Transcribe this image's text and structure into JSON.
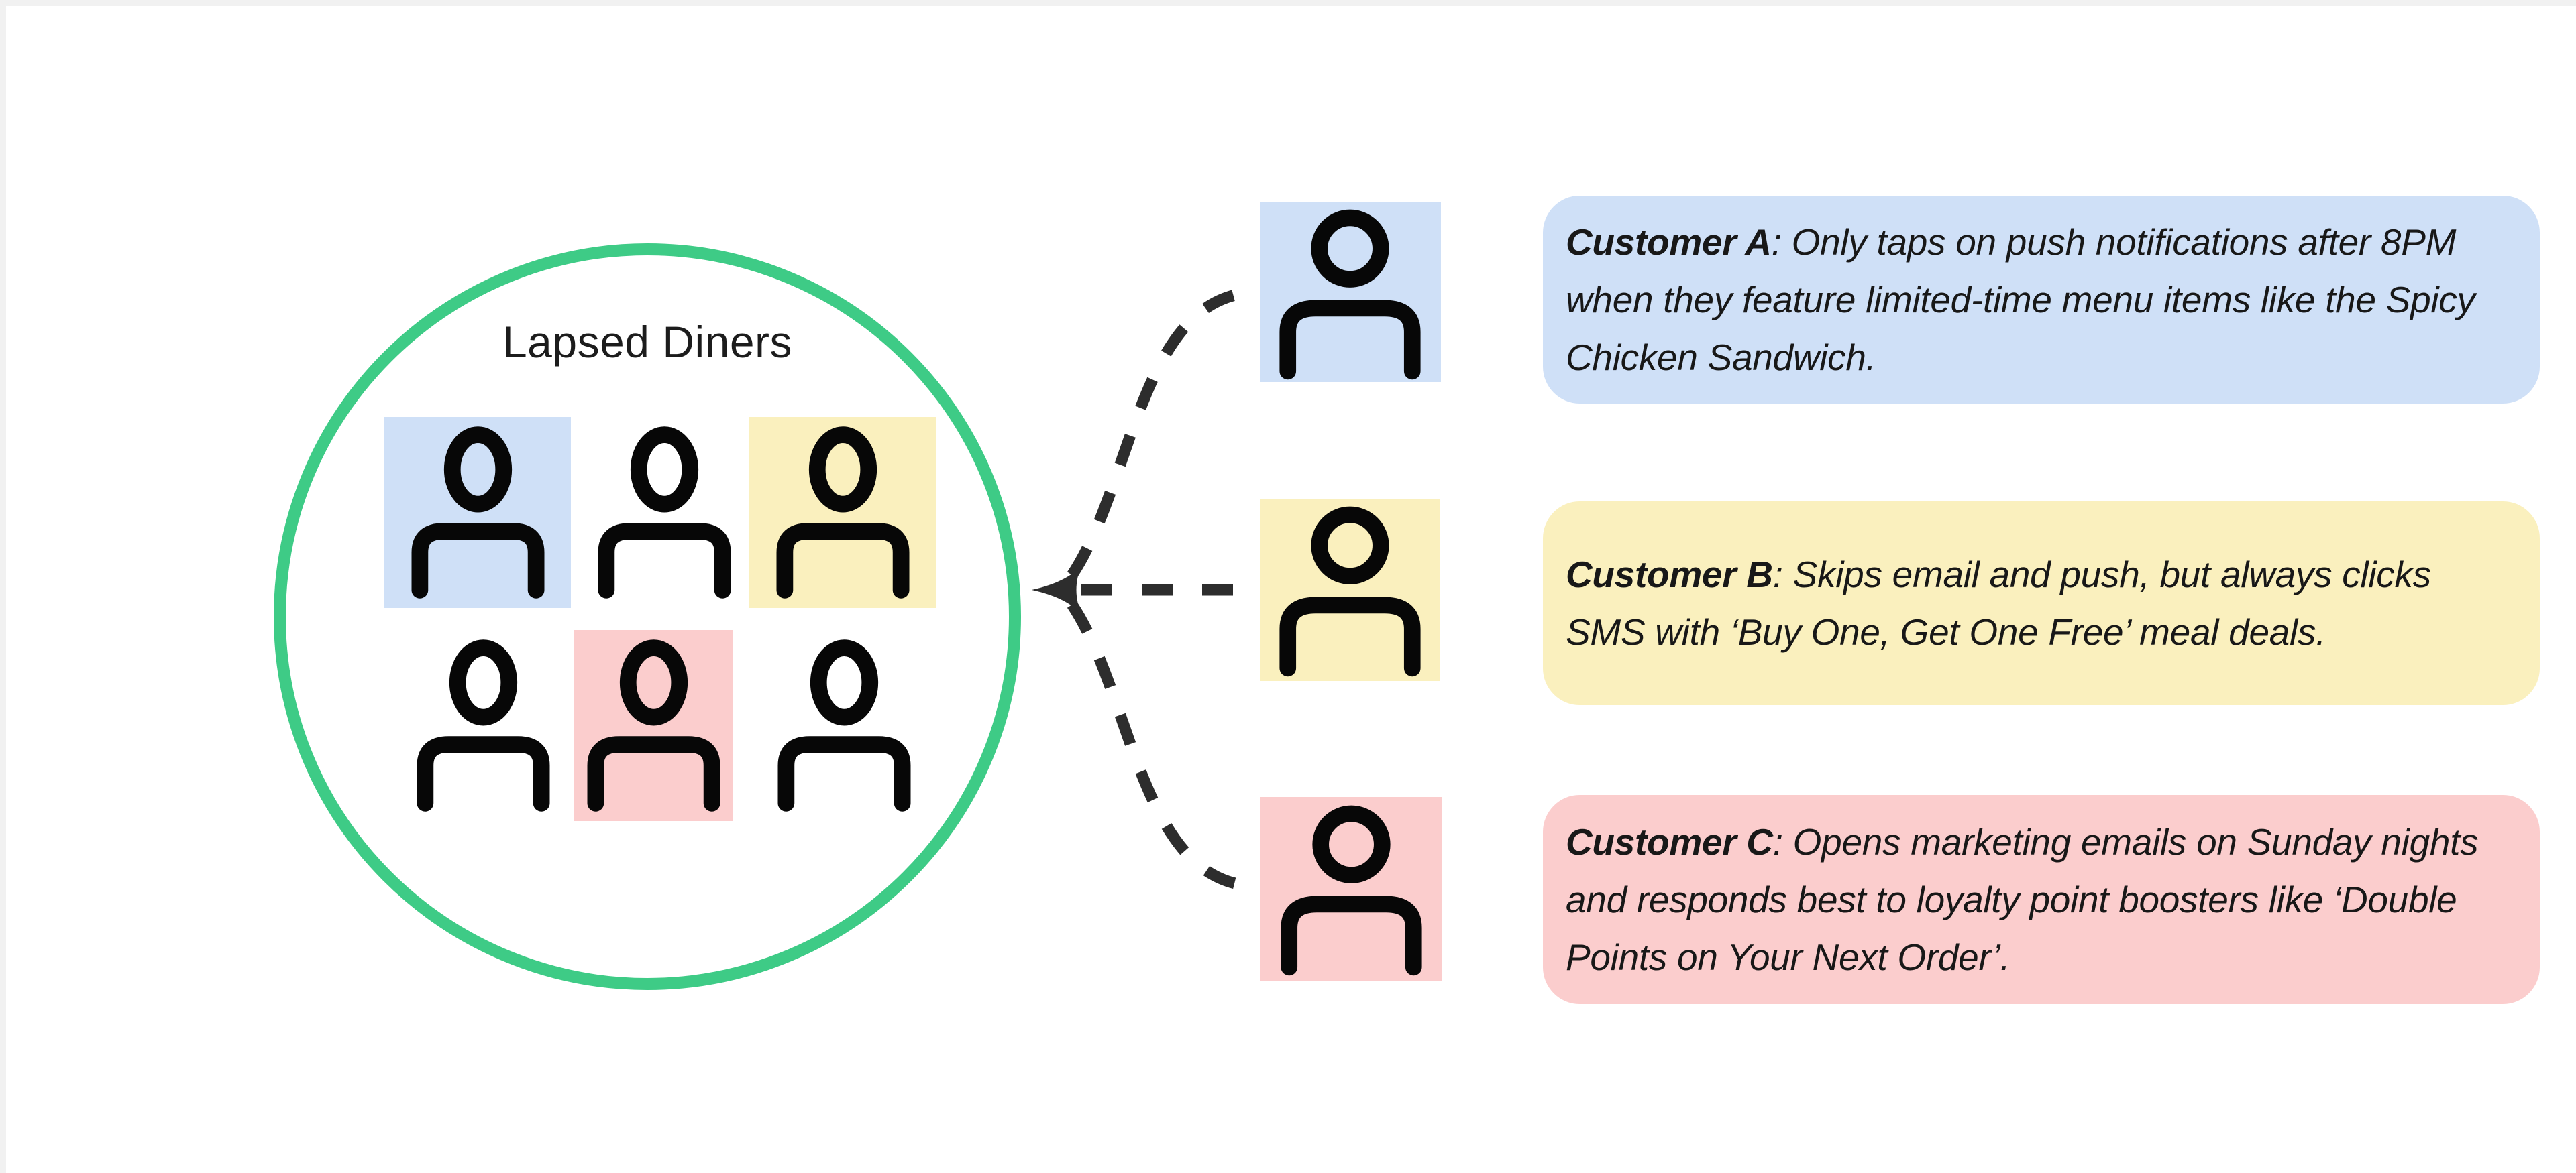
{
  "frame": {
    "edge_color": "#f1f1f1",
    "canvas_bg": "#ffffff"
  },
  "colors": {
    "green": "#3ecb86",
    "blue": "#cfe0f7",
    "yellow": "#faf0be",
    "pink": "#fbcdcd",
    "ink": "#070707",
    "dash": "#2d2d2d",
    "text": "#181818"
  },
  "cluster": {
    "label": "Lapsed Diners",
    "members": [
      {
        "pos": "top-left",
        "highlight": "blue"
      },
      {
        "pos": "top-middle",
        "highlight": "none"
      },
      {
        "pos": "top-right",
        "highlight": "yellow"
      },
      {
        "pos": "bottom-left",
        "highlight": "none"
      },
      {
        "pos": "bottom-middle",
        "highlight": "pink"
      },
      {
        "pos": "bottom-right",
        "highlight": "none"
      }
    ]
  },
  "personas": [
    {
      "label": "Customer A",
      "highlight": "blue",
      "line1_rest": ": Only taps on push notifications after 8PM",
      "line2": "when they feature limited-time menu items like the Spicy",
      "line3": "Chicken Sandwich."
    },
    {
      "label": "Customer B",
      "highlight": "yellow",
      "line1_rest": ": Skips email and push, but always clicks",
      "line2": "SMS with ‘Buy One, Get One Free’ meal deals."
    },
    {
      "label": "Customer C",
      "highlight": "pink",
      "line1_rest": ": Opens marketing emails on Sunday nights",
      "line2": "and responds best to loyalty point boosters like ‘Double",
      "line3": "Points on Your Next Order’."
    }
  ]
}
